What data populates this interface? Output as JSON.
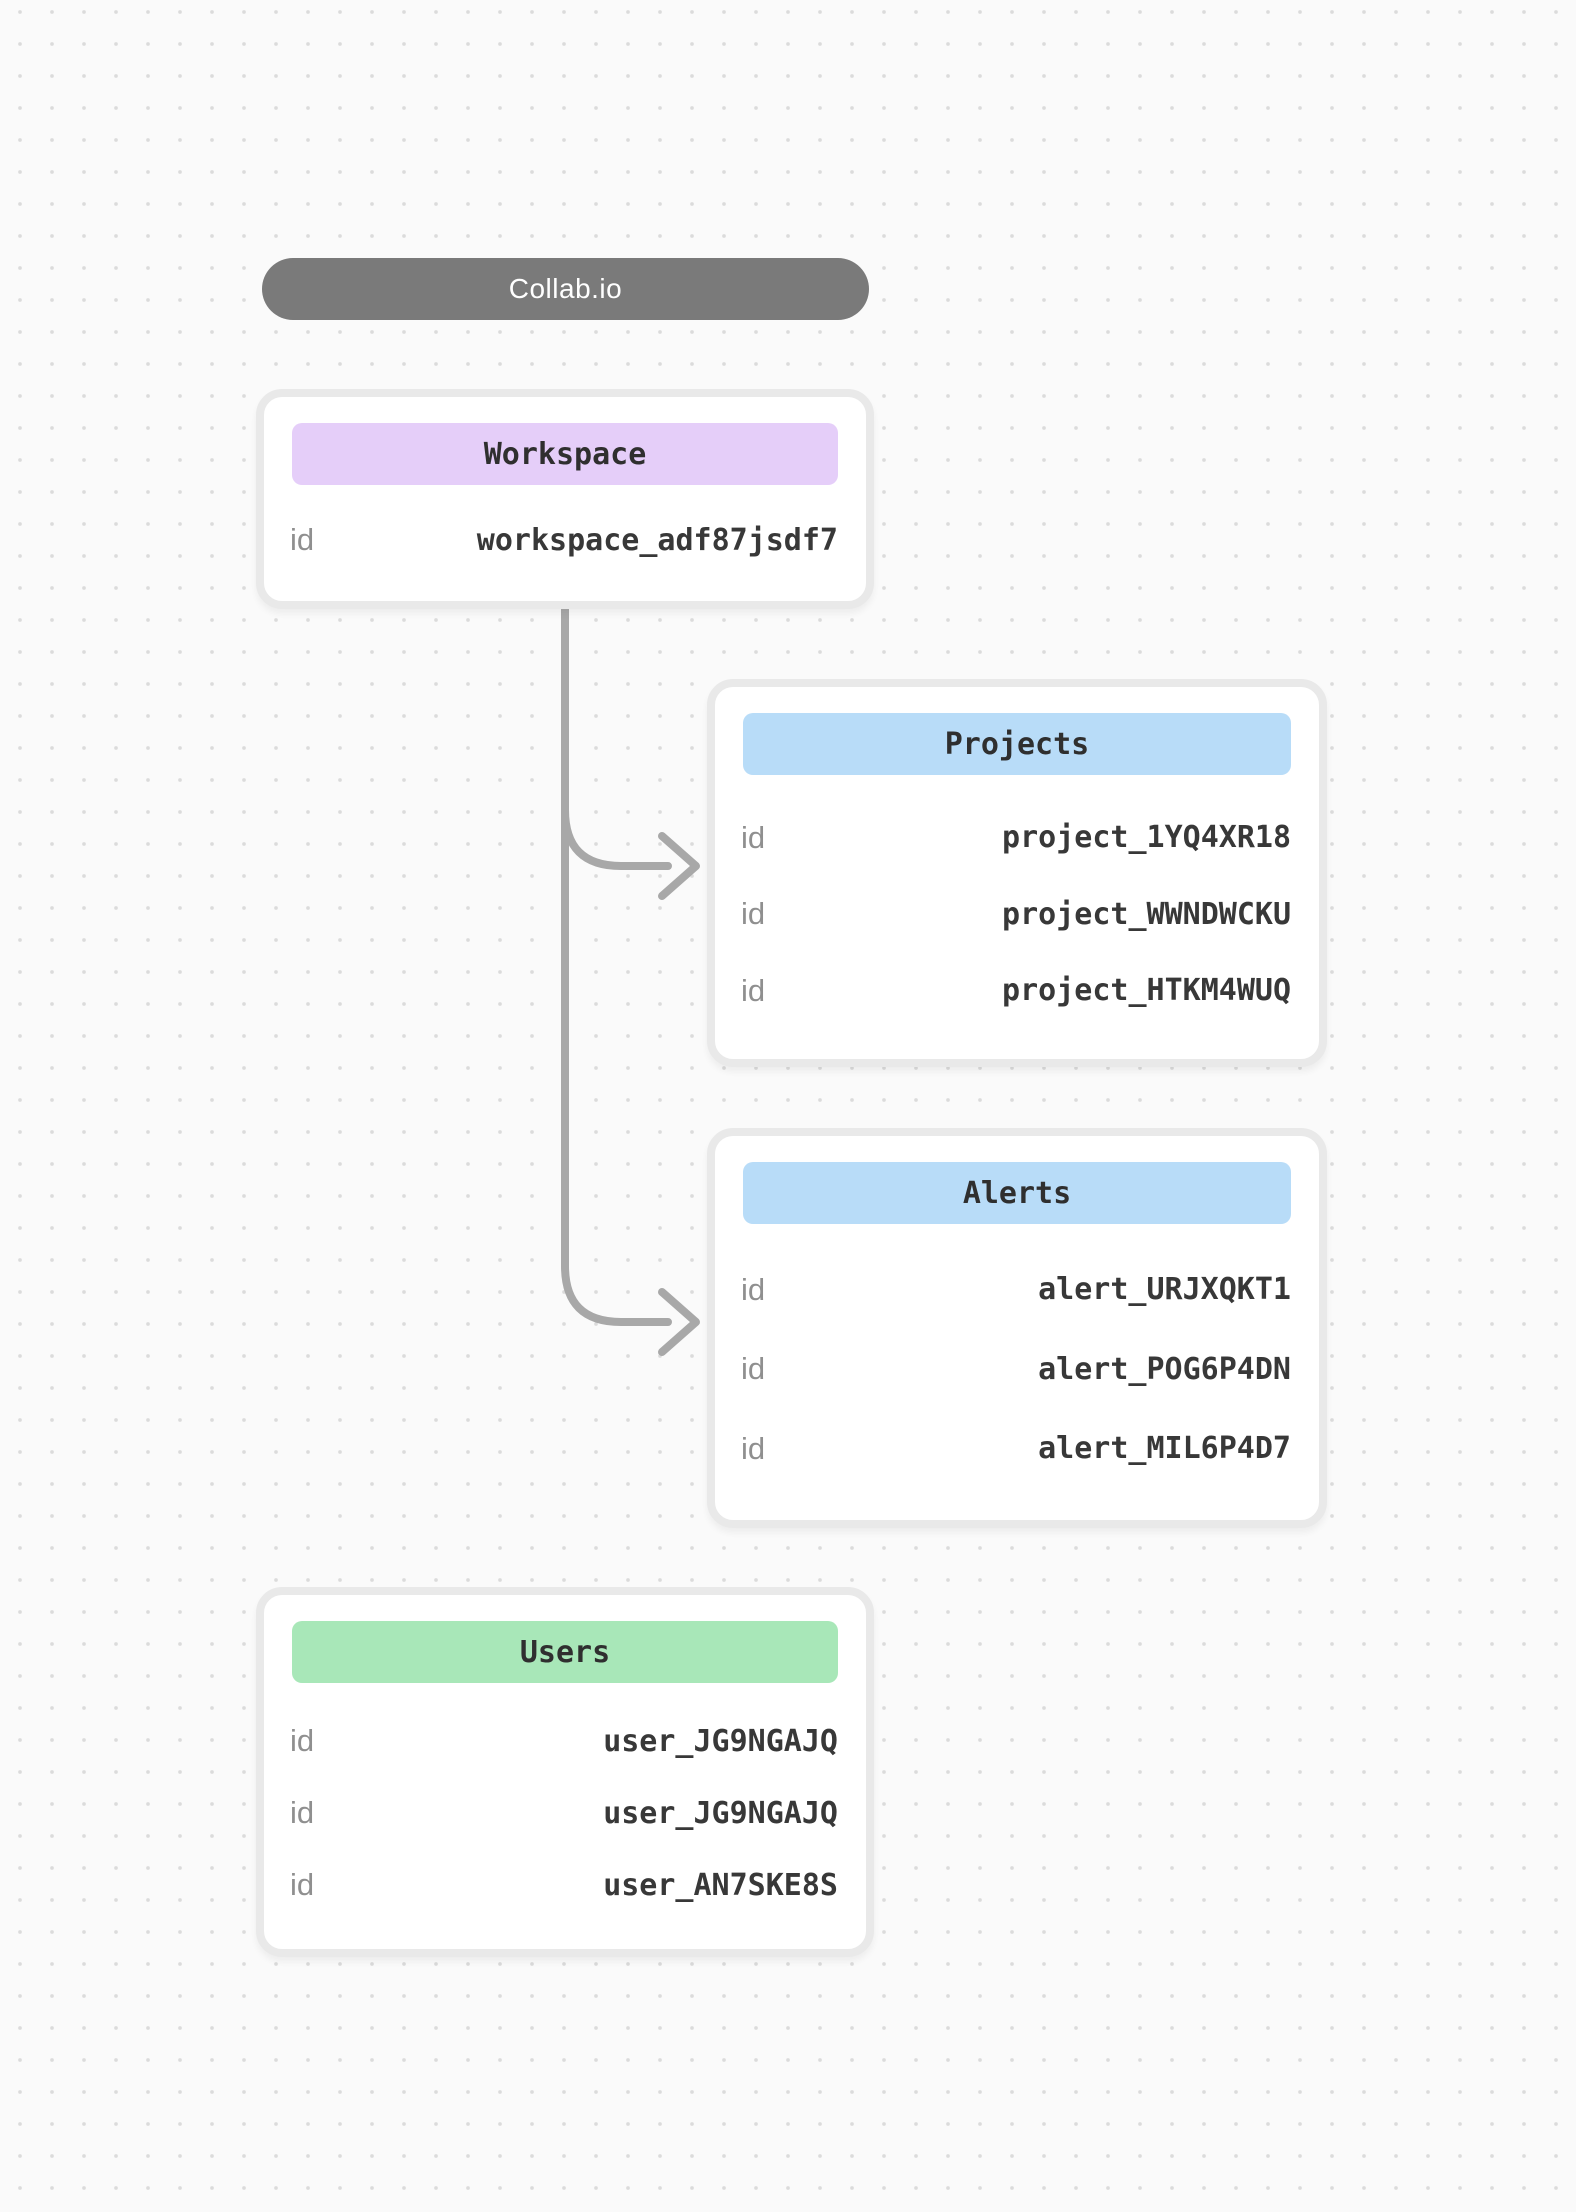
{
  "canvas": {
    "background_color": "#fafafa",
    "dot_color": "#dbdbdb"
  },
  "title_pill": {
    "label": "Collab.io",
    "background_color": "#7a7a7a",
    "text_color": "#ffffff"
  },
  "nodes": [
    {
      "title": "Workspace",
      "header_color": "#e5cef9",
      "rows": [
        {
          "label": "id",
          "value": "workspace_adf87jsdf7"
        }
      ]
    },
    {
      "title": "Projects",
      "header_color": "#b8dcf8",
      "rows": [
        {
          "label": "id",
          "value": "project_1YQ4XR18"
        },
        {
          "label": "id",
          "value": "project_WWNDWCKU"
        },
        {
          "label": "id",
          "value": "project_HTKM4WUQ"
        }
      ]
    },
    {
      "title": "Alerts",
      "header_color": "#b8dcf8",
      "rows": [
        {
          "label": "id",
          "value": "alert_URJXQKT1"
        },
        {
          "label": "id",
          "value": "alert_POG6P4DN"
        },
        {
          "label": "id",
          "value": "alert_MIL6P4D7"
        }
      ]
    },
    {
      "title": "Users",
      "header_color": "#a8e7b8",
      "rows": [
        {
          "label": "id",
          "value": "user_JG9NGAJQ"
        },
        {
          "label": "id",
          "value": "user_JG9NGAJQ"
        },
        {
          "label": "id",
          "value": "user_AN7SKE8S"
        }
      ]
    }
  ],
  "connectors": [
    {
      "from": "Workspace",
      "to": "Projects"
    },
    {
      "from": "Workspace",
      "to": "Alerts"
    }
  ],
  "connector_color": "#a8a8a8"
}
